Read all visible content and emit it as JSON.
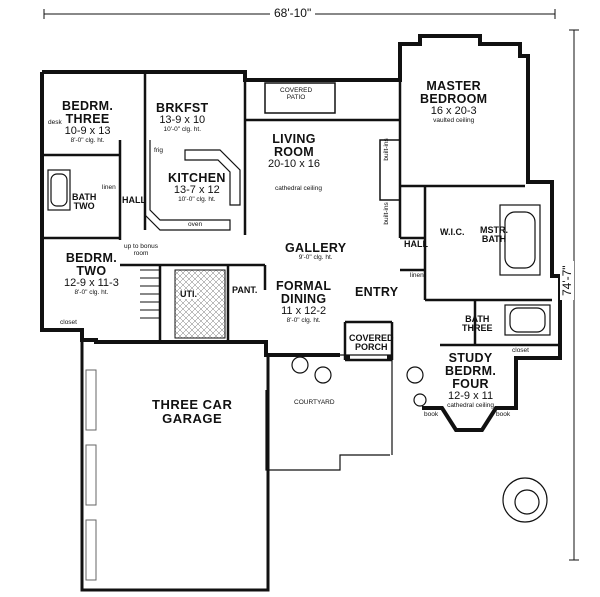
{
  "overall": {
    "width": "68'-10\"",
    "depth": "74'-7\""
  },
  "rooms": {
    "bedrm_three": {
      "name1": "BEDRM.",
      "name2": "THREE",
      "dim": "10-9 x 13",
      "note": "8'-0\" clg. ht."
    },
    "brkfst": {
      "name": "BRKFST",
      "dim": "13-9 x 10",
      "note": "10'-0\" clg. ht."
    },
    "covered_patio": {
      "name1": "COVERED",
      "name2": "PATIO"
    },
    "master": {
      "name1": "MASTER",
      "name2": "BEDROOM",
      "dim": "16 x 20-3",
      "note": "vaulted ceiling"
    },
    "living": {
      "name1": "LIVING",
      "name2": "ROOM",
      "dim": "20-10 x 16",
      "note": "cathedral ceiling"
    },
    "kitchen": {
      "name": "KITCHEN",
      "dim": "13-7 x 12",
      "note": "10'-0\" clg. ht."
    },
    "bath_two": {
      "name1": "BATH",
      "name2": "TWO"
    },
    "hall_left": "HALL",
    "bedrm_two": {
      "name1": "BEDRM.",
      "name2": "TWO",
      "dim": "12-9 x 11-3",
      "note": "8'-0\" clg. ht."
    },
    "gallery": {
      "name": "GALLERY",
      "note": "9'-0\" clg. ht."
    },
    "hall_right": "HALL",
    "wic": "W.I.C.",
    "mstr_bath": {
      "name1": "MSTR.",
      "name2": "BATH"
    },
    "formal_dining": {
      "name1": "FORMAL",
      "name2": "DINING",
      "dim": "11 x 12-2",
      "note": "8'-0\" clg. ht."
    },
    "entry": "ENTRY",
    "bath_three": {
      "name1": "BATH",
      "name2": "THREE"
    },
    "uti": "UTI.",
    "pant": "PANT.",
    "covered_porch": {
      "name1": "COVERED",
      "name2": "PORCH"
    },
    "study": {
      "name1": "STUDY",
      "name2": "BEDRM.",
      "name3": "FOUR",
      "dim": "12-9 x 11",
      "note": "cathedral ceiling"
    },
    "garage": {
      "name1": "THREE CAR",
      "name2": "GARAGE"
    },
    "courtyard": "COURTYARD"
  },
  "small": {
    "built_ins": "built-ins",
    "built_ins2": "built-ins",
    "up_to_bonus": "up to bonus room",
    "closet_left": "closet",
    "closet_right": "closet",
    "linen_left": "linen",
    "linen_right": "linen",
    "oven": "oven",
    "frig": "frig",
    "book1": "book",
    "book2": "book",
    "desk": "desk"
  }
}
